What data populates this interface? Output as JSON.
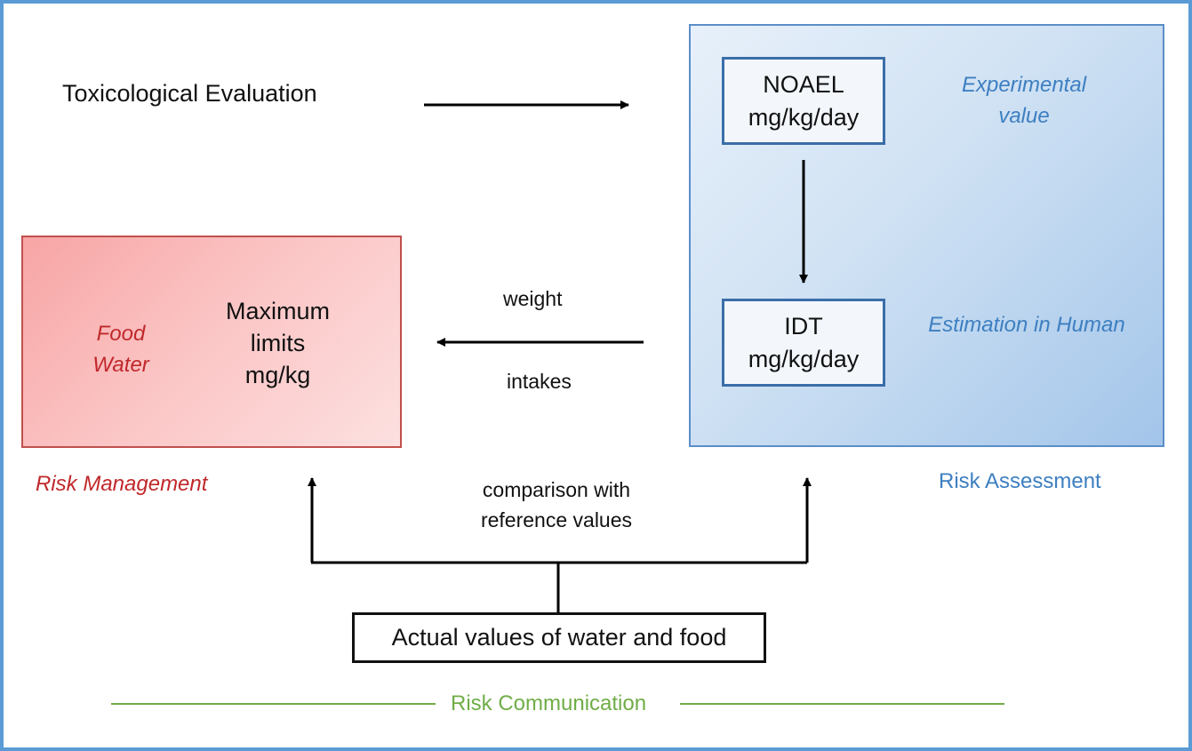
{
  "toxicological_evaluation": "Toxicological Evaluation",
  "risk_assessment": {
    "noael": {
      "line1": "NOAEL",
      "line2": "mg/kg/day"
    },
    "idt": {
      "line1": "IDT",
      "line2": "mg/kg/day"
    },
    "experimental_value": {
      "line1": "Experimental",
      "line2": "value"
    },
    "estimation_human": "Estimation in Human",
    "label": "Risk Assessment"
  },
  "risk_management": {
    "food": "Food",
    "water": "Water",
    "max_limits": {
      "line1": "Maximum",
      "line2": "limits",
      "line3": "mg/kg"
    },
    "label": "Risk Management"
  },
  "arrow_labels": {
    "weight": "weight",
    "intakes": "intakes",
    "comparison_line1": "comparison with",
    "comparison_line2": "reference values"
  },
  "actual_values": "Actual values of water and food",
  "risk_communication": "Risk Communication",
  "colors": {
    "assessment_blue": "#5b9bd5",
    "management_red": "#c0504d",
    "communication_green": "#70ad47"
  }
}
